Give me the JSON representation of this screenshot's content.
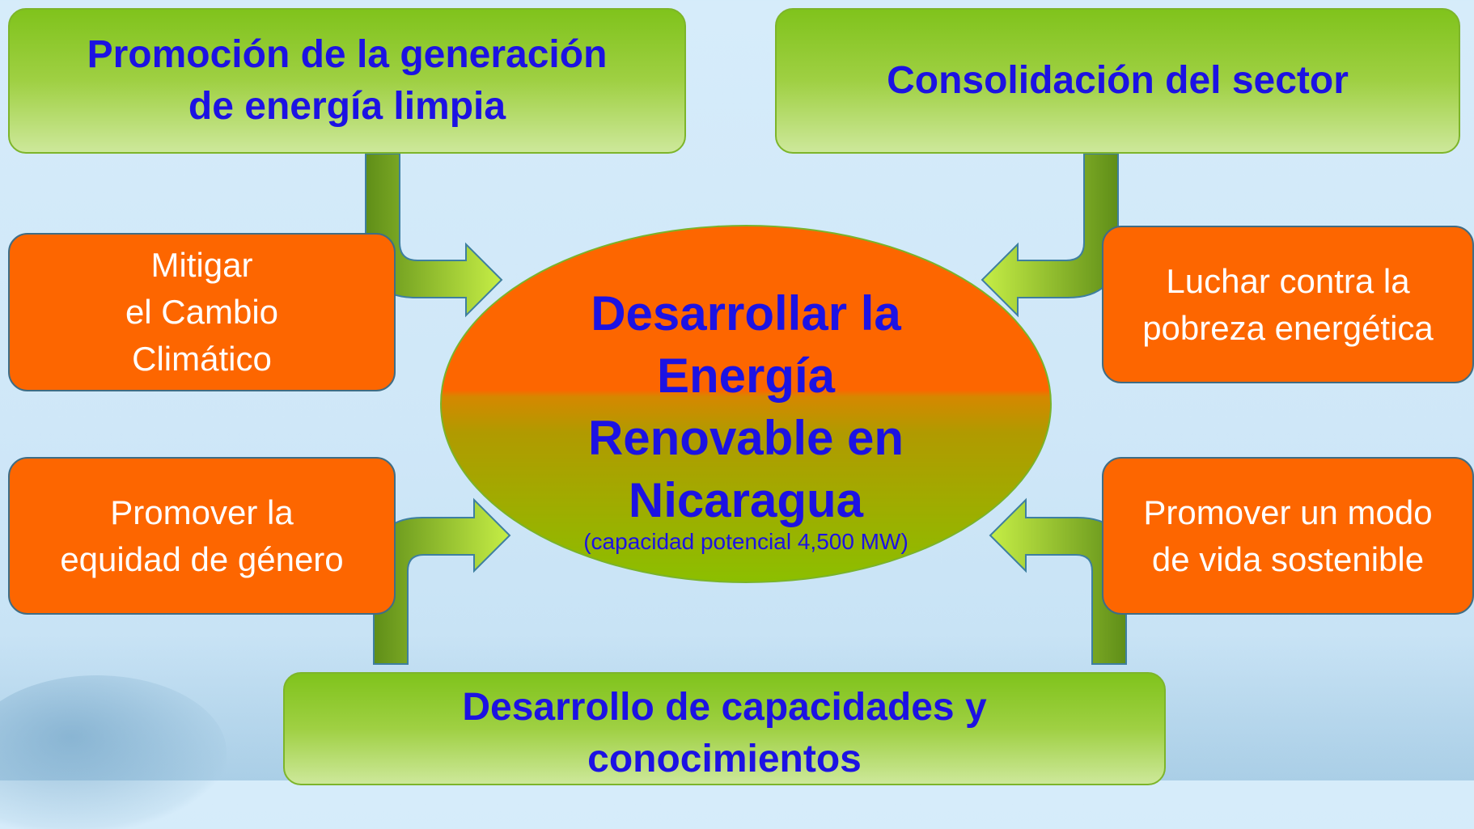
{
  "diagram": {
    "top_left": {
      "lines": [
        "Promoción de la generación",
        "de energía limpia"
      ]
    },
    "top_right": {
      "lines": [
        "Consolidación del sector"
      ]
    },
    "bottom": {
      "lines": [
        "Desarrollo de capacidades y",
        "conocimientos"
      ]
    },
    "left_upper": {
      "lines": [
        "Mitigar",
        "el Cambio",
        "Climático"
      ]
    },
    "right_upper": {
      "lines": [
        "Luchar contra la",
        "pobreza energética"
      ]
    },
    "left_lower": {
      "lines": [
        "Promover la",
        "equidad de género"
      ]
    },
    "right_lower": {
      "lines": [
        "Promover un modo",
        "de vida sostenible"
      ]
    },
    "center": {
      "lines": [
        "Desarrollar la",
        "Energía",
        "Renovable en",
        "Nicaragua"
      ],
      "subtitle": "(capacidad potencial 4,500 MW)"
    }
  },
  "colors": {
    "title_text": "#1c12e3",
    "green_box": "#80c31c",
    "orange_box": "#fd6600",
    "arrow_dark": "#5f8e18",
    "arrow_light": "#c6ee46"
  }
}
